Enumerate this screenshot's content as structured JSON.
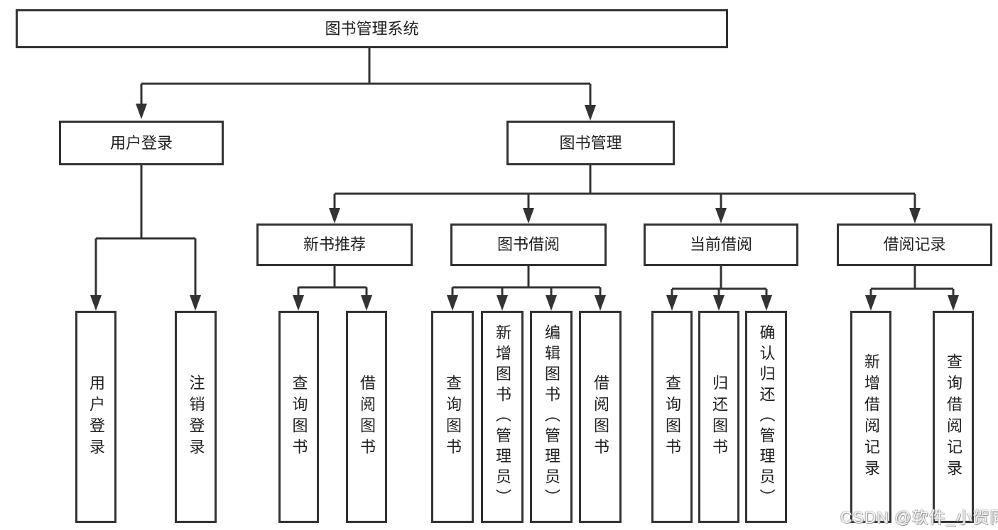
{
  "diagram": {
    "type": "hierarchy-tree",
    "colors": {
      "line": "#333333",
      "box_border": "#333333",
      "box_fill": "#ffffff",
      "text": "#1f1f1f",
      "background": "#ffffff",
      "watermark": "#f4f4f4"
    },
    "nodes": {
      "root": {
        "label": "图书管理系统",
        "level": 1
      },
      "user_login": {
        "label": "用户登录",
        "level": 2,
        "parent": "root"
      },
      "book_mgmt": {
        "label": "图书管理",
        "level": 2,
        "parent": "root"
      },
      "new_book_rec": {
        "label": "新书推荐",
        "level": 3,
        "parent": "book_mgmt"
      },
      "book_borrow": {
        "label": "图书借阅",
        "level": 3,
        "parent": "book_mgmt"
      },
      "current_borrow": {
        "label": "当前借阅",
        "level": 3,
        "parent": "book_mgmt"
      },
      "borrow_records": {
        "label": "借阅记录",
        "level": 3,
        "parent": "book_mgmt"
      },
      "leaf_user_login": {
        "label": "用户登录",
        "level": 4,
        "parent": "user_login"
      },
      "leaf_logout": {
        "label": "注销登录",
        "level": 4,
        "parent": "user_login"
      },
      "leaf_query_books_rec": {
        "label": "查询图书",
        "level": 4,
        "parent": "new_book_rec"
      },
      "leaf_borrow_books_rec": {
        "label": "借阅图书",
        "level": 4,
        "parent": "new_book_rec"
      },
      "leaf_query_books_borrow": {
        "label": "查询图书",
        "level": 4,
        "parent": "book_borrow"
      },
      "leaf_add_books_admin": {
        "label": "新增图书（管理员）",
        "level": 4,
        "parent": "book_borrow"
      },
      "leaf_edit_books_admin": {
        "label": "编辑图书（管理员）",
        "level": 4,
        "parent": "book_borrow"
      },
      "leaf_borrow_books_borrow": {
        "label": "借阅图书",
        "level": 4,
        "parent": "book_borrow"
      },
      "leaf_query_books_current": {
        "label": "查询图书",
        "level": 4,
        "parent": "current_borrow"
      },
      "leaf_return_books": {
        "label": "归还图书",
        "level": 4,
        "parent": "current_borrow"
      },
      "leaf_confirm_return_admin": {
        "label": "确认归还（管理员）",
        "level": 4,
        "parent": "current_borrow"
      },
      "leaf_add_borrow_record": {
        "label": "新增借阅记录",
        "level": 4,
        "parent": "borrow_records"
      },
      "leaf_query_borrow_record": {
        "label": "查询借阅记录",
        "level": 4,
        "parent": "borrow_records"
      }
    }
  },
  "watermark": {
    "text": "CSDN @软件_小贺同学"
  }
}
